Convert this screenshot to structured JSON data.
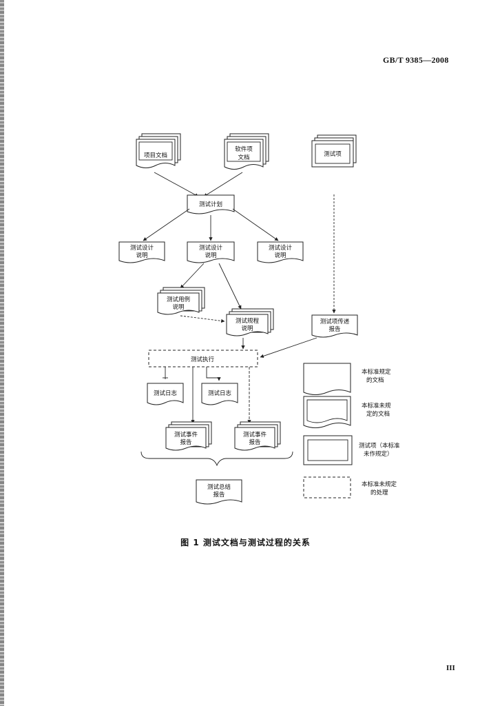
{
  "header": {
    "standard_number": "GB/T 9385—2008"
  },
  "figure": {
    "caption": "图 1   测试文档与测试过程的关系",
    "nodes": {
      "project_doc": "项目文档",
      "software_doc_l1": "软件项",
      "software_doc_l2": "文档",
      "test_item": "测试项",
      "test_plan": "测试计划",
      "tds_a_l1": "测试设计",
      "tds_a_l2": "说明",
      "tds_b_l1": "测试设计",
      "tds_b_l2": "说明",
      "tds_c_l1": "测试设计",
      "tds_c_l2": "说明",
      "tcs_l1": "测试用例",
      "tcs_l2": "说明",
      "tps_l1": "测试规程",
      "tps_l2": "说明",
      "transmittal_l1": "测试项传递",
      "transmittal_l2": "报告",
      "execution": "测试执行",
      "log_a": "测试日志",
      "log_b": "测试日志",
      "incident_a_l1": "测试事件",
      "incident_a_l2": "报告",
      "incident_b_l1": "测试事件",
      "incident_b_l2": "报告",
      "summary_l1": "测试总结",
      "summary_l2": "报告"
    },
    "legend": {
      "std_doc_l1": "本标准规定",
      "std_doc_l2": "的文档",
      "nonstd_doc_l1": "本标准未规",
      "nonstd_doc_l2": "定的文档",
      "test_item_l1": "测试项（本标准",
      "test_item_l2": "未作规定）",
      "nonstd_proc_l1": "本标准未规定",
      "nonstd_proc_l2": "的处理"
    }
  },
  "footer": {
    "page_number": "III"
  }
}
